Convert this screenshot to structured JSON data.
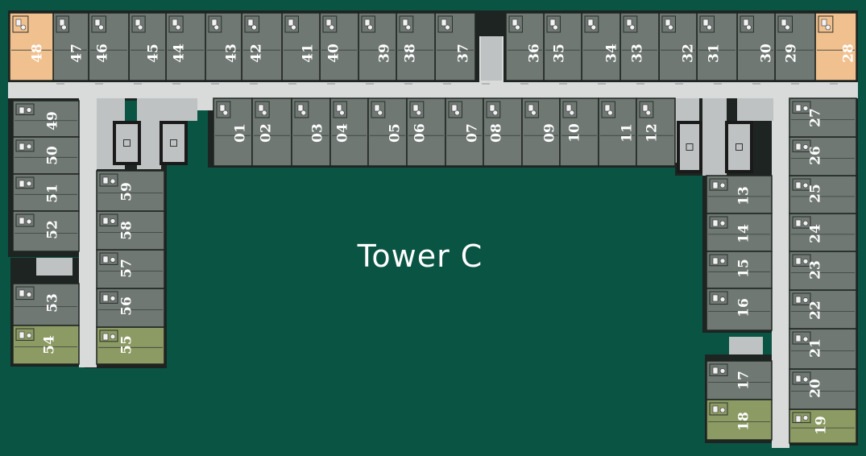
{
  "title": "Tower C",
  "colors": {
    "background": "#0a5443",
    "standard_unit": "#6f7873",
    "corner_unit": "#f1c08f",
    "garden_unit": "#8c9a63",
    "corridor": "#d9dbdb",
    "core": "#bfc2c2",
    "wall": "#1e2421",
    "label": "#ffffff"
  },
  "units": [
    {
      "no": "01",
      "type": "standard"
    },
    {
      "no": "02",
      "type": "standard"
    },
    {
      "no": "03",
      "type": "standard"
    },
    {
      "no": "04",
      "type": "standard"
    },
    {
      "no": "05",
      "type": "standard"
    },
    {
      "no": "06",
      "type": "standard"
    },
    {
      "no": "07",
      "type": "standard"
    },
    {
      "no": "08",
      "type": "standard"
    },
    {
      "no": "09",
      "type": "standard"
    },
    {
      "no": "10",
      "type": "standard"
    },
    {
      "no": "11",
      "type": "standard"
    },
    {
      "no": "12",
      "type": "standard"
    },
    {
      "no": "13",
      "type": "standard"
    },
    {
      "no": "14",
      "type": "standard"
    },
    {
      "no": "15",
      "type": "standard"
    },
    {
      "no": "16",
      "type": "standard"
    },
    {
      "no": "17",
      "type": "standard"
    },
    {
      "no": "18",
      "type": "garden"
    },
    {
      "no": "19",
      "type": "garden"
    },
    {
      "no": "20",
      "type": "standard"
    },
    {
      "no": "21",
      "type": "standard"
    },
    {
      "no": "22",
      "type": "standard"
    },
    {
      "no": "23",
      "type": "standard"
    },
    {
      "no": "24",
      "type": "standard"
    },
    {
      "no": "25",
      "type": "standard"
    },
    {
      "no": "26",
      "type": "standard"
    },
    {
      "no": "27",
      "type": "standard"
    },
    {
      "no": "28",
      "type": "corner"
    },
    {
      "no": "29",
      "type": "standard"
    },
    {
      "no": "30",
      "type": "standard"
    },
    {
      "no": "31",
      "type": "standard"
    },
    {
      "no": "32",
      "type": "standard"
    },
    {
      "no": "33",
      "type": "standard"
    },
    {
      "no": "34",
      "type": "standard"
    },
    {
      "no": "35",
      "type": "standard"
    },
    {
      "no": "36",
      "type": "standard"
    },
    {
      "no": "37",
      "type": "standard"
    },
    {
      "no": "38",
      "type": "standard"
    },
    {
      "no": "39",
      "type": "standard"
    },
    {
      "no": "40",
      "type": "standard"
    },
    {
      "no": "41",
      "type": "standard"
    },
    {
      "no": "42",
      "type": "standard"
    },
    {
      "no": "43",
      "type": "standard"
    },
    {
      "no": "44",
      "type": "standard"
    },
    {
      "no": "45",
      "type": "standard"
    },
    {
      "no": "46",
      "type": "standard"
    },
    {
      "no": "47",
      "type": "standard"
    },
    {
      "no": "48",
      "type": "corner"
    },
    {
      "no": "49",
      "type": "standard"
    },
    {
      "no": "50",
      "type": "standard"
    },
    {
      "no": "51",
      "type": "standard"
    },
    {
      "no": "52",
      "type": "standard"
    },
    {
      "no": "53",
      "type": "standard"
    },
    {
      "no": "54",
      "type": "garden"
    },
    {
      "no": "55",
      "type": "garden"
    },
    {
      "no": "56",
      "type": "standard"
    },
    {
      "no": "57",
      "type": "standard"
    },
    {
      "no": "58",
      "type": "standard"
    },
    {
      "no": "59",
      "type": "standard"
    }
  ]
}
